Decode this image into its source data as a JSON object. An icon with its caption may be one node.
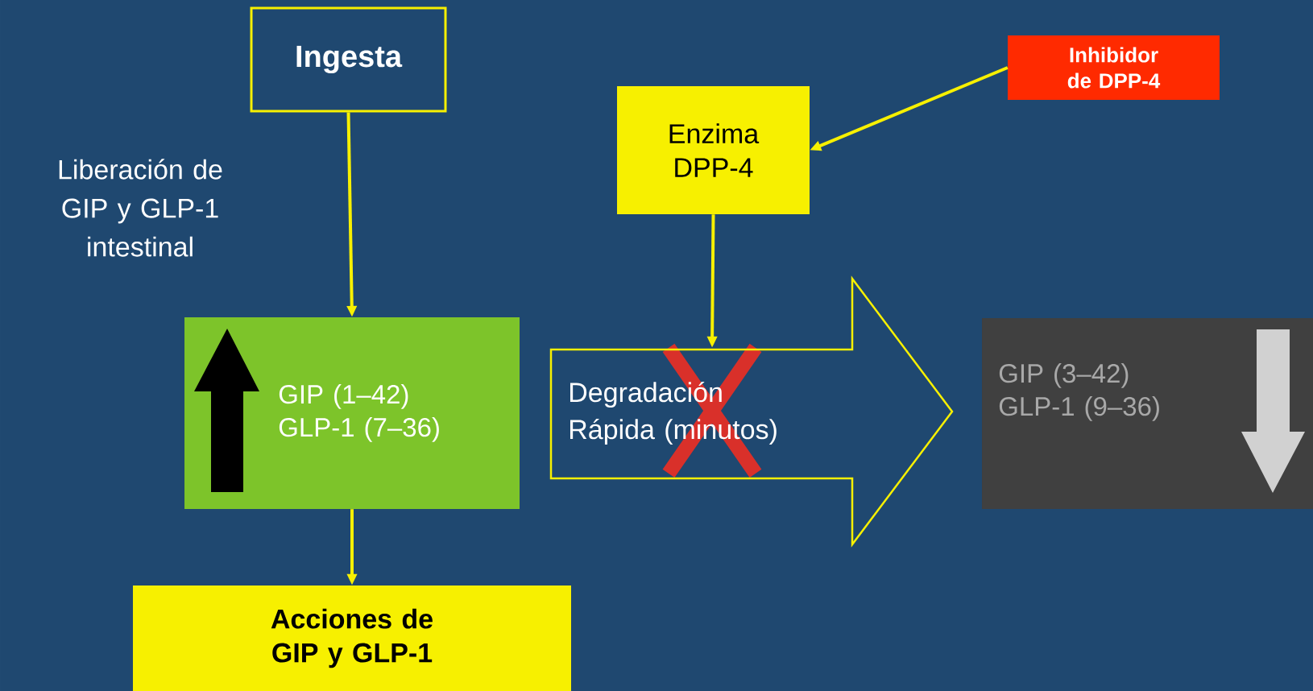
{
  "diagram": {
    "nodes": [
      {
        "text": [
          "Ingesta"
        ]
      },
      {
        "text": [
          "Enzima DPP-4"
        ]
      },
      {
        "text": [
          "Inhibidor de DPP-4"
        ]
      },
      {
        "text": [
          "GIP (1–42)",
          "GLP-1 (7–36)"
        ]
      },
      {
        "text": [
          "GIP (3–42)",
          "GLP-1 (9–36)"
        ]
      },
      {
        "text": [
          "Acciones de GIP y GLP-1"
        ]
      },
      {
        "text": [],
        "shape": "cross"
      }
    ],
    "edges": [
      {
        "from": 0,
        "to": 3,
        "arrow": "to"
      },
      {
        "from": 3,
        "to": 5,
        "arrow": "to"
      },
      {
        "from": 1,
        "to": 6,
        "arrow": "to"
      },
      {
        "from": 2,
        "to": 1,
        "arrow": "to"
      },
      {
        "from": 3,
        "to": 4,
        "arrow": "to",
        "label": "Degradación Rápida (minutos)",
        "style": "thick"
      }
    ],
    "labels": [
      "Liberación de GIP y GLP-1 intestinal"
    ]
  }
}
